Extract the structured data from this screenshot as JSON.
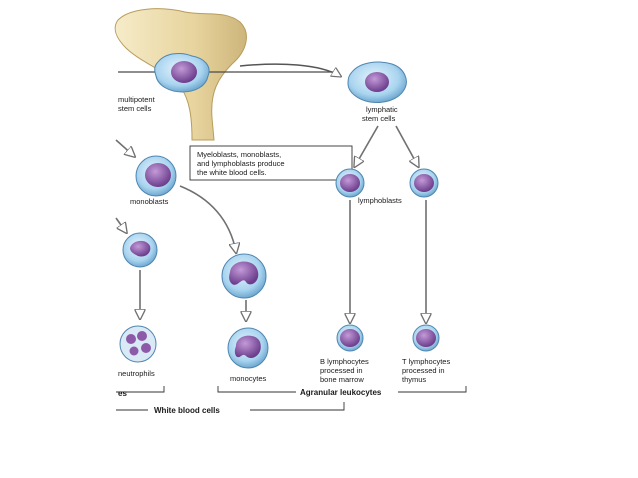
{
  "labels": {
    "multipotent": [
      "multipotent",
      "stem cells"
    ],
    "lymphatic": [
      "lymphatic",
      "stem cells"
    ],
    "callout": [
      "Myeloblasts, monoblasts,",
      "and lymphoblasts produce",
      "the white blood cells."
    ],
    "monoblasts": "monoblasts",
    "lymphoblasts": "lymphoblasts",
    "neutrophils": "neutrophils",
    "monocytes": "monocytes",
    "b_lymphocytes": [
      "B lymphocytes",
      "processed in",
      "bone marrow"
    ],
    "t_lymphocytes": [
      "T lymphocytes",
      "processed in",
      "thymus"
    ],
    "granular_tail": "es",
    "agranular": "Agranular leukocytes",
    "white_blood_cells": "White blood cells"
  },
  "colors": {
    "bone": "#e9d9a8",
    "cell_body": "#a9d4ef",
    "nucleus": "#7d4e9c",
    "arrow": "#8a8a8a"
  }
}
